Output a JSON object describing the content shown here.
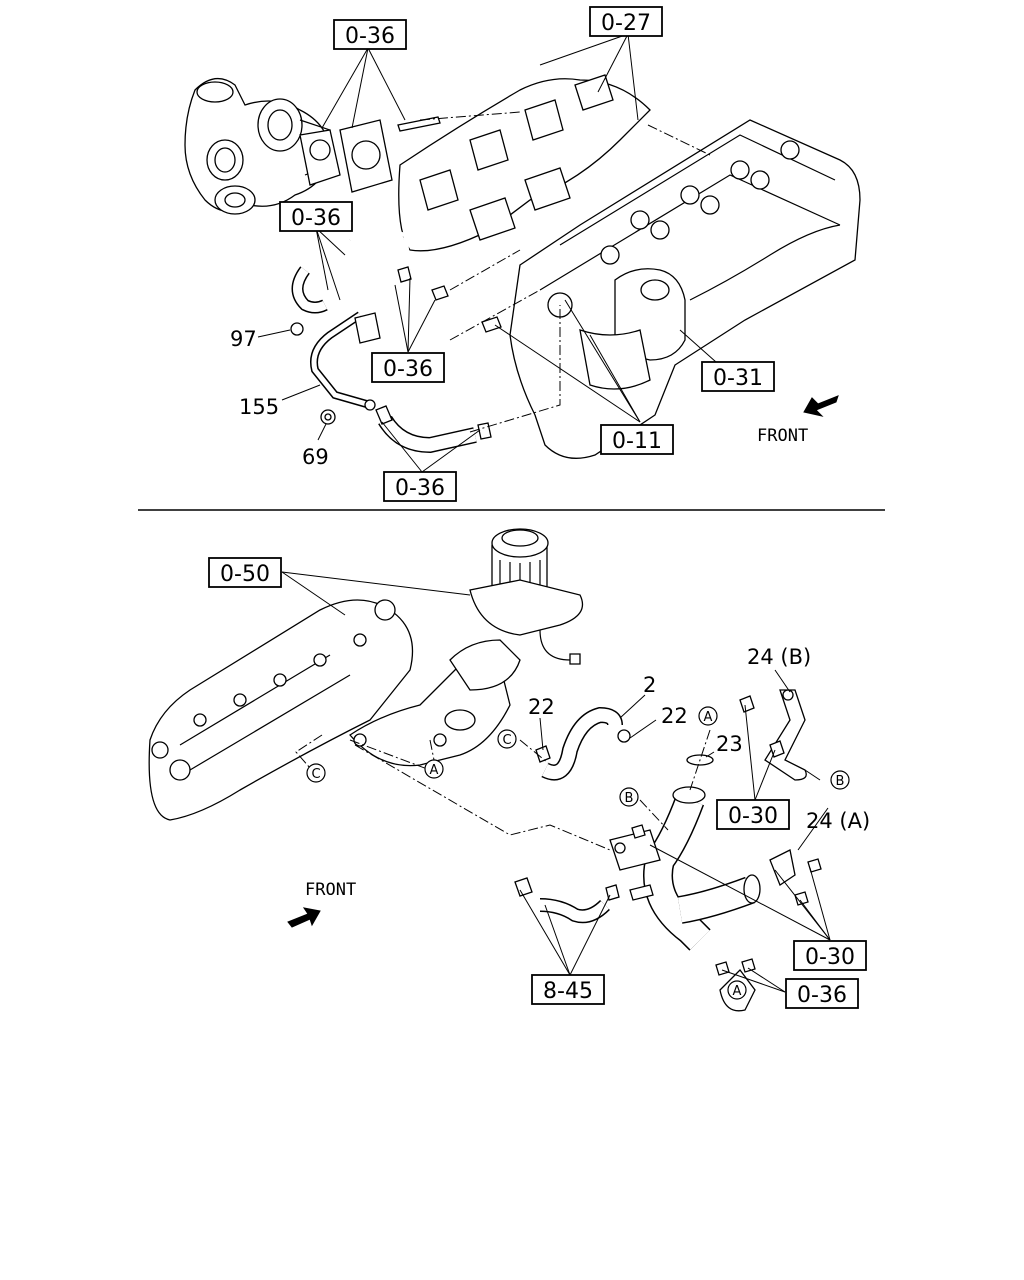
{
  "labels": {
    "top_0_36_a": "0-36",
    "top_0_27": "0-27",
    "top_0_36_b": "0-36",
    "top_0_36_c": "0-36",
    "top_0_31": "0-31",
    "top_0_11": "0-11",
    "top_0_36_d": "0-36",
    "bot_0_50": "0-50",
    "bot_0_30_a": "0-30",
    "bot_0_30_b": "0-30",
    "bot_8_45": "8-45",
    "bot_0_36": "0-36"
  },
  "part_numbers": {
    "p97": "97",
    "p155": "155",
    "p69": "69",
    "p2": "2",
    "p22a": "22",
    "p22b": "22",
    "p23": "23",
    "p24b": "24 (B)",
    "p24a": "24 (A)"
  },
  "markers": {
    "A1": "A",
    "A2": "A",
    "A3": "A",
    "B1": "B",
    "B2": "B",
    "C1": "C",
    "C2": "C"
  },
  "front": {
    "top": "FRONT",
    "bottom": "FRONT"
  }
}
